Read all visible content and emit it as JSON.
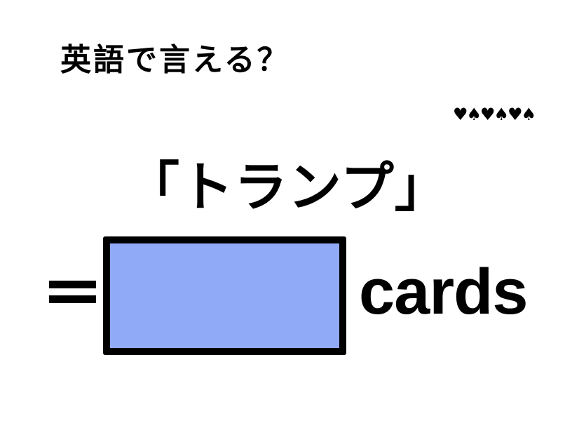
{
  "quiz": {
    "subtitle": "英語で言える？",
    "title": "「トランプ」",
    "equals_symbol": "=",
    "answer_placeholder": "",
    "suffix_word": "cards"
  },
  "decoration": {
    "suits": [
      {
        "icon": "heart-icon",
        "glyph": "♥"
      },
      {
        "icon": "spade-icon",
        "glyph": "♠"
      },
      {
        "icon": "heart-icon",
        "glyph": "♥"
      },
      {
        "icon": "spade-icon",
        "glyph": "♠"
      },
      {
        "icon": "heart-icon",
        "glyph": "♥"
      },
      {
        "icon": "spade-icon",
        "glyph": "♠"
      }
    ]
  },
  "colors": {
    "background": "#ffffff",
    "text": "#000000",
    "answer_box_fill": "#91aaf7",
    "answer_box_border": "#000000"
  }
}
